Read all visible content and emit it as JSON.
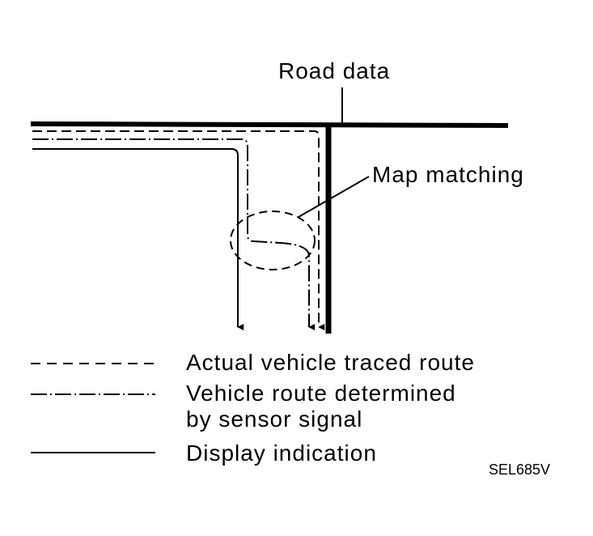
{
  "labels": {
    "road_data": "Road data",
    "map_matching": "Map matching",
    "figure_code": "SEL685V"
  },
  "legend": [
    {
      "style": "dashed",
      "text": "Actual vehicle traced route"
    },
    {
      "style": "dash-dot",
      "text": "Vehicle route determined",
      "text2": "by sensor signal"
    },
    {
      "style": "solid",
      "text": "Display indication"
    }
  ],
  "colors": {
    "ink": "#000000",
    "background": "#ffffff"
  }
}
